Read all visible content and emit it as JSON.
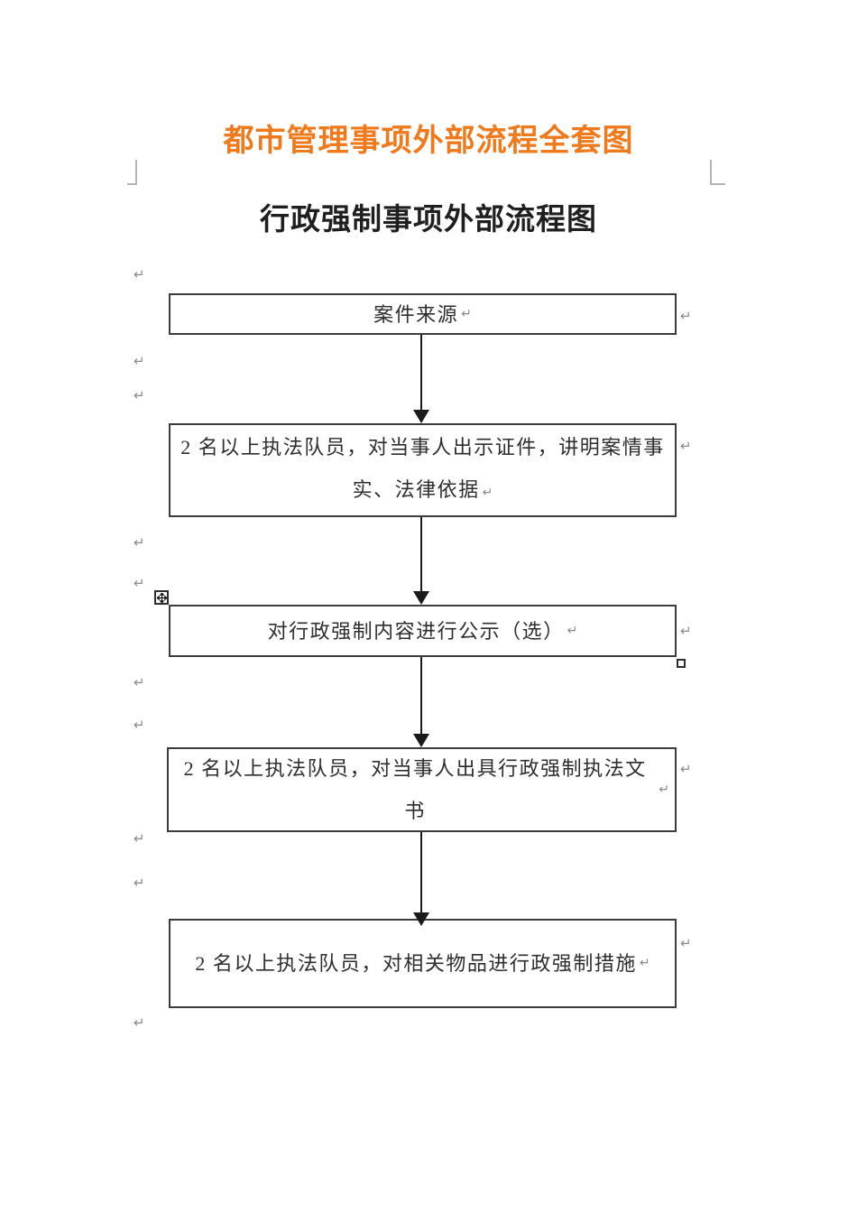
{
  "page": {
    "main_title": "都市管理事项外部流程全套图",
    "sub_title": "行政强制事项外部流程图"
  },
  "colors": {
    "accent_orange": "#F0791B",
    "box_border": "#3c3c3c"
  },
  "flow": {
    "box1": "案件来源",
    "box2": "2 名以上执法队员，对当事人出示证件，讲明案情事实、法律依据",
    "box3": "对行政强制内容进行公示（选）",
    "box4": "2 名以上执法队员，对当事人出具行政强制执法文书",
    "box5": "2 名以上执法队员，对相关物品进行政强制措施"
  },
  "marks": {
    "paragraph_mark": "↵"
  }
}
